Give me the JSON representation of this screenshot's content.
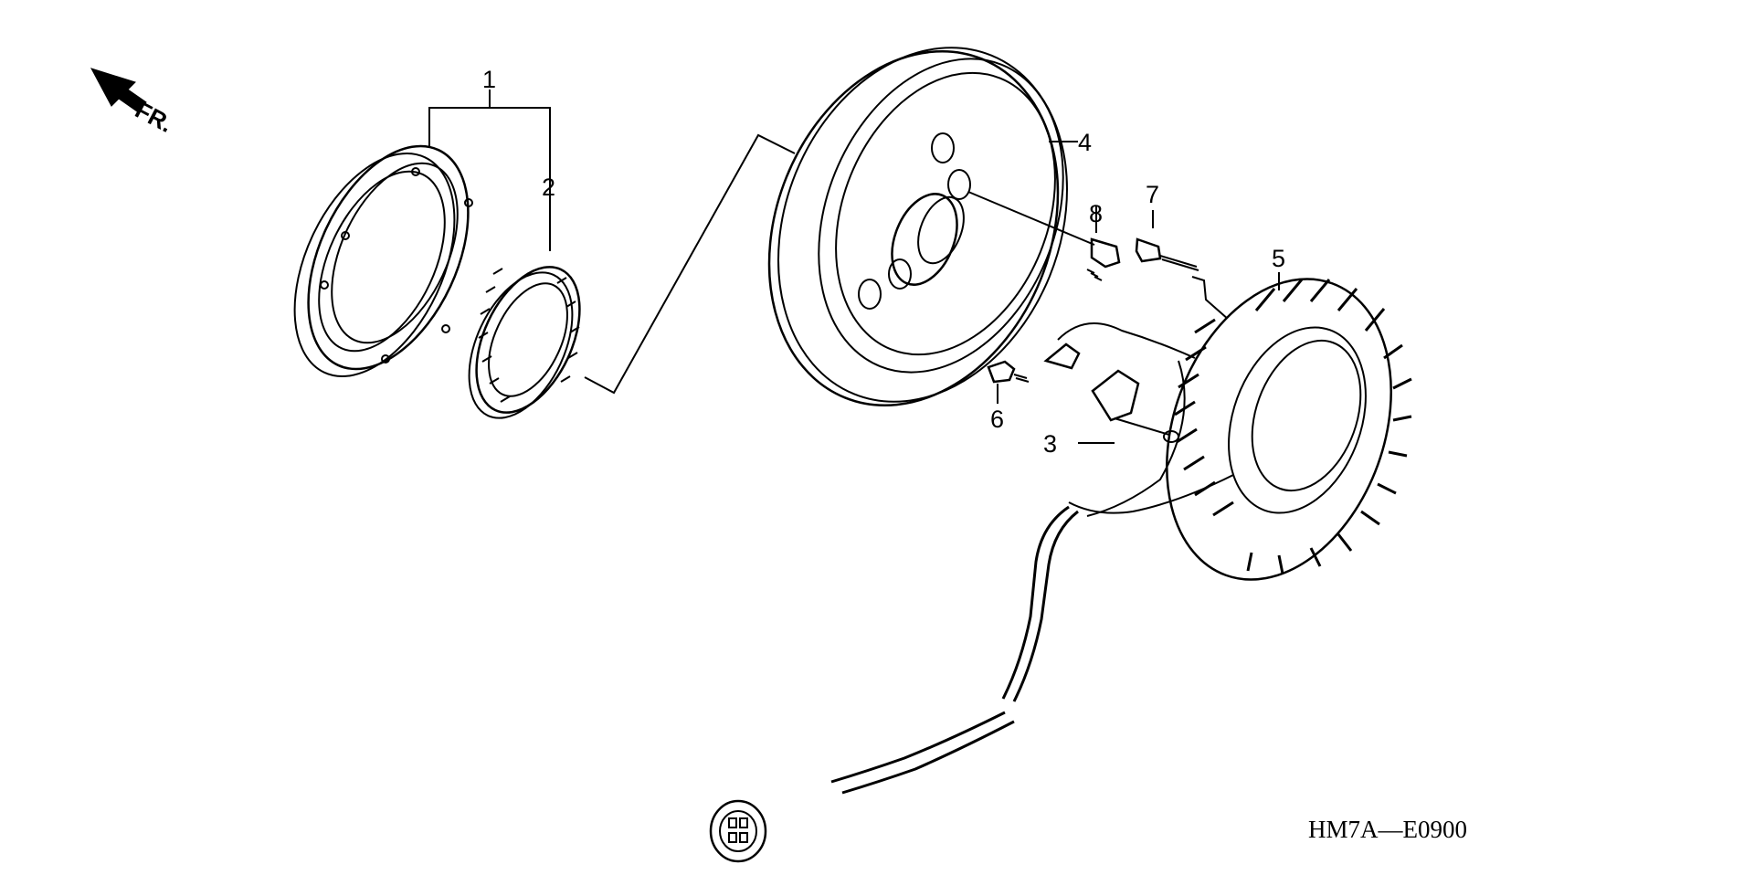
{
  "diagram": {
    "direction_label": "FR.",
    "diagram_code": "HM7A—E0900",
    "callouts": [
      {
        "id": "1",
        "label": "1"
      },
      {
        "id": "2",
        "label": "2"
      },
      {
        "id": "3",
        "label": "3"
      },
      {
        "id": "4",
        "label": "4"
      },
      {
        "id": "5",
        "label": "5"
      },
      {
        "id": "6",
        "label": "6"
      },
      {
        "id": "7",
        "label": "7"
      },
      {
        "id": "8",
        "label": "8"
      }
    ],
    "colors": {
      "line": "#000000",
      "background": "#ffffff"
    },
    "icons": [
      "front-direction-arrow-icon"
    ]
  }
}
